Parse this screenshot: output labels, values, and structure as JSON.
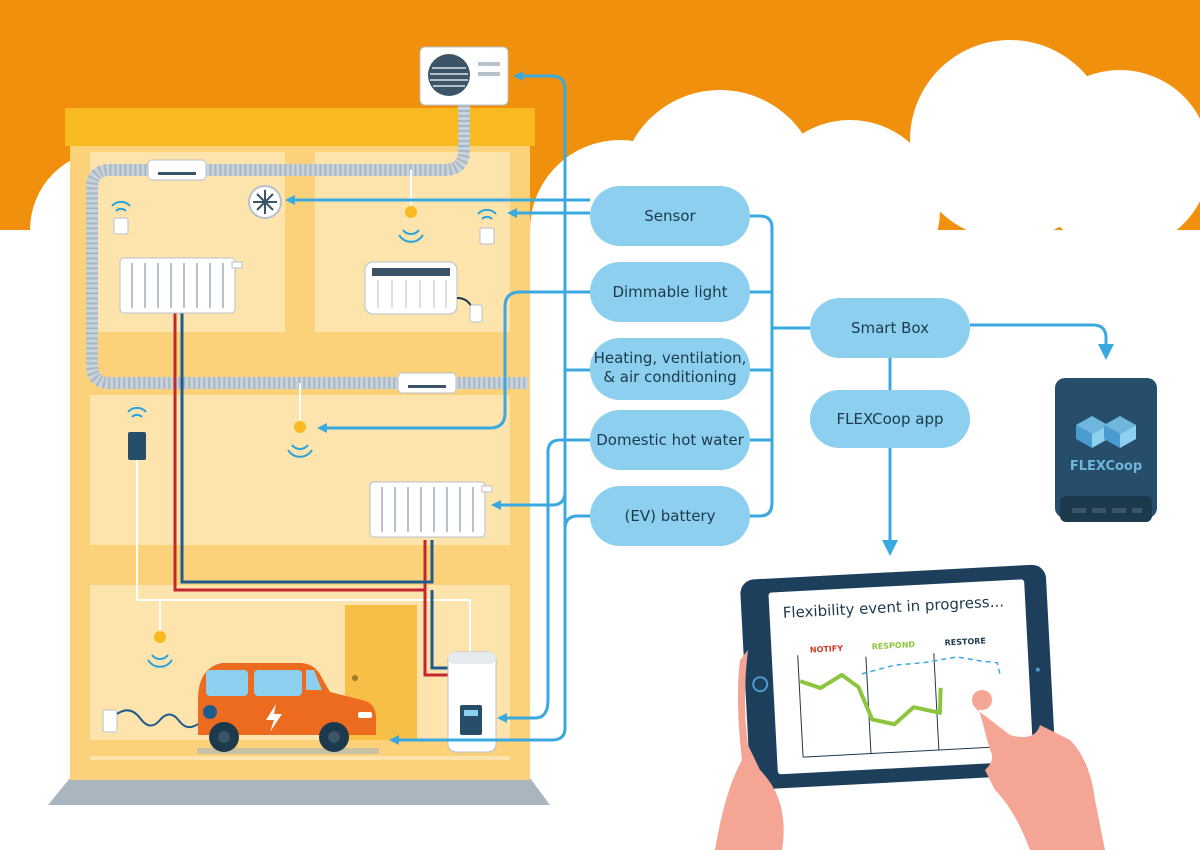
{
  "colors": {
    "sky_orange": "#f0900c",
    "cloud": "#ffffff",
    "building": "#fbd27a",
    "building_dark": "#f8bf46",
    "roof": "#f9b920",
    "connector": "#3aa9e0",
    "pill": "#8ccfee",
    "pipe_red": "#c4262e",
    "pipe_blue": "#1f5c8c",
    "car": "#ec6b1f",
    "tablet": "#1d3f5c",
    "box": "#264d69",
    "notify": "#d13a26",
    "respond": "#8dc53f",
    "restore": "#1d3a4d"
  },
  "categories": {
    "sensor": "Sensor",
    "dimmable_light": "Dimmable light",
    "hvac_line1": "Heating, ventilation,",
    "hvac_line2": "& air conditioning",
    "hot_water": "Domestic hot water",
    "battery": "(EV) battery"
  },
  "hub": {
    "smart_box": "Smart Box",
    "app": "FLEXCoop app"
  },
  "device_brand": "FLEXCoop",
  "tablet": {
    "title": "Flexibility event in progress...",
    "phases": [
      "NOTIFY",
      "RESPOND",
      "RESTORE"
    ]
  },
  "icons": [
    "outdoor-ac-unit-icon",
    "ventilation-fan-icon",
    "wifi-icon",
    "bulb-icon",
    "radiator-icon",
    "heater-icon",
    "boiler-icon",
    "charger-icon",
    "car-icon",
    "lightning-icon",
    "smart-box-device-icon",
    "hand-icon"
  ]
}
